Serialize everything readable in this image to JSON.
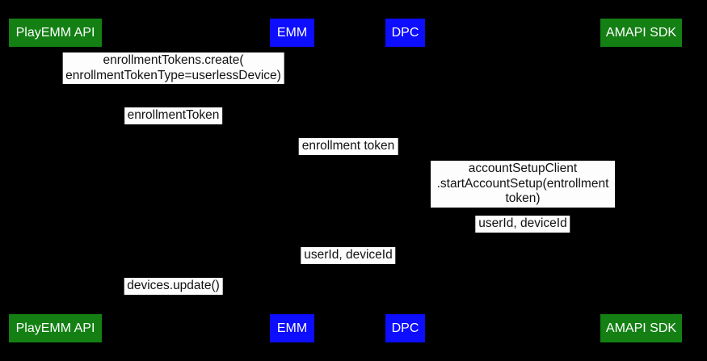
{
  "diagram": {
    "type": "sequence-diagram",
    "background_color": "#000000",
    "message_label_bg": "#fdfdfd",
    "message_label_text_color": "#121212",
    "actor_colors": {
      "green": "#148014",
      "blue": "#0d0dff"
    },
    "actor_text_color": "#ffffff",
    "actors": [
      {
        "id": "playemm-api",
        "label": "PlayEMM API",
        "color": "green"
      },
      {
        "id": "emm",
        "label": "EMM",
        "color": "blue"
      },
      {
        "id": "dpc",
        "label": "DPC",
        "color": "blue"
      },
      {
        "id": "amapi-sdk",
        "label": "AMAPI SDK",
        "color": "green"
      }
    ],
    "messages": [
      {
        "text": "enrollmentTokens.create(\nenrollmentTokenType=userlessDevice)"
      },
      {
        "text": "enrollmentToken"
      },
      {
        "text": "enrollment token"
      },
      {
        "text": "accountSetupClient\n.startAccountSetup(entrollment token)"
      },
      {
        "text": "userId, deviceId"
      },
      {
        "text": "userId, deviceId"
      },
      {
        "text": "devices.update()"
      }
    ]
  }
}
